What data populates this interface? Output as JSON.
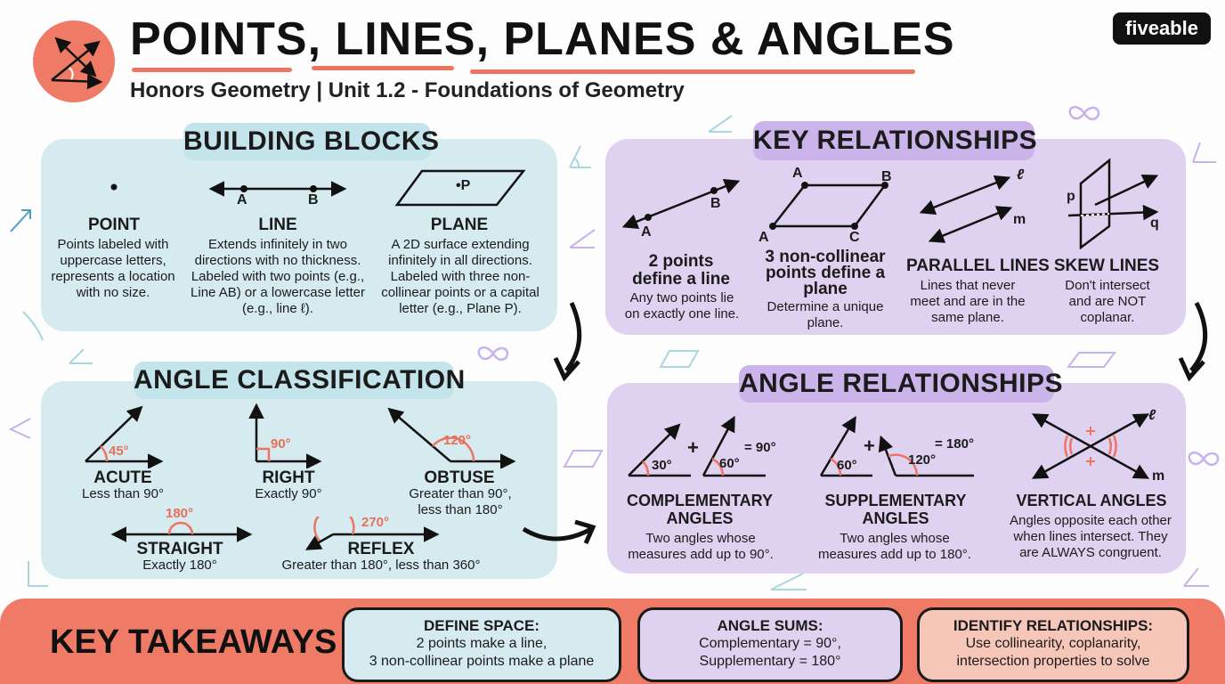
{
  "header": {
    "title": "POINTS, LINES, PLANES & ANGLES",
    "subtitle": "Honors Geometry | Unit 1.2 - Foundations of Geometry",
    "logo": "fiveable"
  },
  "building_blocks": {
    "heading": "BUILDING BLOCKS",
    "items": [
      {
        "label": "POINT",
        "description": "Points labeled with uppercase letters, represents a location with no size."
      },
      {
        "label": "LINE",
        "description": "Extends infinitely in two directions with no thickness. Labeled with two points (e.g., Line AB) or a lowercase letter (e.g., line ℓ)."
      },
      {
        "label": "PLANE",
        "description": "A 2D surface extending infinitely in all directions. Labeled with three non-collinear points or a capital letter (e.g., Plane P)."
      }
    ],
    "line_points": [
      "A",
      "B"
    ],
    "plane_point": "•P"
  },
  "key_relationships": {
    "heading": "KEY RELATIONSHIPS",
    "items": [
      {
        "label": "2 points define a line",
        "description": "Any two points lie on exactly one line."
      },
      {
        "label": "3 non-collinear points define a plane",
        "description": "Determine a unique plane."
      },
      {
        "label": "PARALLEL LINES",
        "description": "Lines that never meet and are in the same plane."
      },
      {
        "label": "SKEW LINES",
        "description": "Don't intersect and are NOT coplanar."
      }
    ],
    "two_point_labels": [
      "A",
      "B"
    ],
    "three_point_labels": [
      "A",
      "B",
      "A",
      "C"
    ],
    "parallel_labels": [
      "ℓ",
      "m"
    ],
    "skew_labels": [
      "p",
      "q"
    ]
  },
  "angle_classification": {
    "heading": "ANGLE CLASSIFICATION",
    "items": [
      {
        "label": "ACUTE",
        "description": "Less than 90°",
        "measure": "45°"
      },
      {
        "label": "RIGHT",
        "description": "Exactly 90°",
        "measure": "90°"
      },
      {
        "label": "OBTUSE",
        "description": "Greater than 90°, less than 180°",
        "measure": "120°"
      },
      {
        "label": "STRAIGHT",
        "description": "Exactly 180°",
        "measure": "180°"
      },
      {
        "label": "REFLEX",
        "description": "Greater than 180°, less than 360°",
        "measure": "270°"
      }
    ]
  },
  "angle_relationships": {
    "heading": "ANGLE RELATIONSHIPS",
    "items": [
      {
        "label": "COMPLEMENTARY ANGLES",
        "description": "Two angles whose measures add up to 90°.",
        "a": "30°",
        "b": "60°",
        "sum": "= 90°"
      },
      {
        "label": "SUPPLEMENTARY ANGLES",
        "description": "Two angles whose measures add up to 180°.",
        "a": "60°",
        "b": "120°",
        "sum": "= 180°"
      },
      {
        "label": "VERTICAL ANGLES",
        "description": "Angles opposite each other when lines intersect. They are ALWAYS congruent.",
        "lines": [
          "ℓ",
          "m"
        ]
      }
    ],
    "plus": "+"
  },
  "key_takeaways": {
    "heading": "KEY TAKEAWAYS",
    "cards": [
      {
        "title": "DEFINE SPACE:",
        "line1": "2 points make a line,",
        "line2": "3 non-collinear points make a plane",
        "color": "#d6ebef"
      },
      {
        "title": "ANGLE SUMS:",
        "line1": "Complementary = 90°,",
        "line2": "Supplementary = 180°",
        "color": "#dfd2f0"
      },
      {
        "title": "IDENTIFY RELATIONSHIPS:",
        "line1": "Use collinearity, coplanarity,",
        "line2": "intersection properties to solve",
        "color": "#f6c6b8"
      }
    ]
  },
  "colors": {
    "accent": "#ee7462",
    "blue_panel": "#d6ebef",
    "purple_panel": "#dfd2f0",
    "takeaway_bar": "#ef7b66"
  }
}
